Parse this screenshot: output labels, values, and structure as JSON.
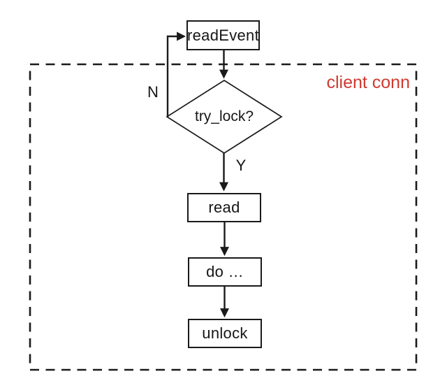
{
  "diagram": {
    "type": "flowchart",
    "region_label": "client conn",
    "nodes": {
      "read_event": {
        "label": "readEvent",
        "shape": "rect"
      },
      "try_lock": {
        "label": "try_lock?",
        "shape": "diamond"
      },
      "read": {
        "label": "read",
        "shape": "rect"
      },
      "do": {
        "label": "do …",
        "shape": "rect"
      },
      "unlock": {
        "label": "unlock",
        "shape": "rect"
      }
    },
    "edge_labels": {
      "no_branch": "N",
      "yes_branch": "Y"
    },
    "colors": {
      "region_label_red": "#cf3a31",
      "line_black": "#1a1a1a",
      "background": "#ffffff"
    }
  }
}
